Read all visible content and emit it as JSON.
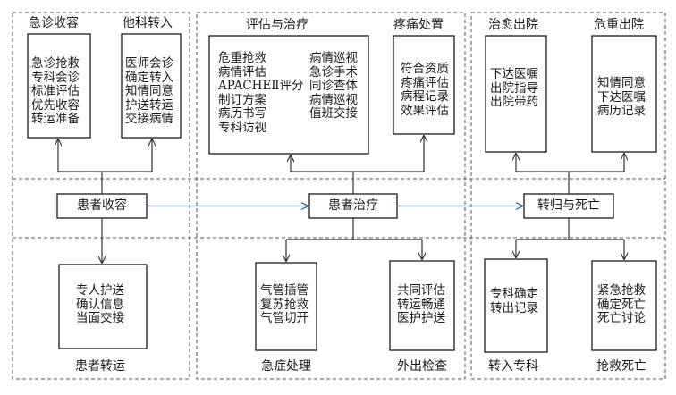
{
  "sections": {
    "admission": {
      "emergency": {
        "title": "急诊收容",
        "items": [
          "急诊抢救",
          "专科会诊",
          "标准评估",
          "优先收容",
          "转运准备"
        ]
      },
      "transfer_in": {
        "title": "他科转入",
        "items": [
          "医师会诊",
          "确定转入",
          "知情同意",
          "护送转运",
          "交接病情"
        ]
      },
      "hub": "患者收容",
      "patient_transfer": {
        "title": "患者转运",
        "items": [
          "专人护送",
          "确认信息",
          "当面交接"
        ]
      }
    },
    "treatment": {
      "eval": {
        "title": "评估与治疗",
        "items_left": [
          "危重抢救",
          "病情评估",
          "APACHEⅡ评分",
          "制订方案",
          "病历书写",
          "专科访视"
        ],
        "items_right": [
          "病情巡视",
          "急诊手术",
          "同诊查体",
          "病情巡视",
          "值班交接"
        ]
      },
      "pain": {
        "title": "疼痛处置",
        "items": [
          "符合资质",
          "疼痛评估",
          "病程记录",
          "效果评估"
        ]
      },
      "hub": "患者治疗",
      "emergency_proc": {
        "title": "急症处理",
        "items": [
          "气管插管",
          "复苏抢救",
          "气管切开"
        ]
      },
      "external_exam": {
        "title": "外出检查",
        "items": [
          "共同评估",
          "转运畅通",
          "医护护送"
        ]
      }
    },
    "outcome": {
      "cured": {
        "title": "治愈出院",
        "items": [
          "下达医嘱",
          "出院指导",
          "出院带药"
        ]
      },
      "critical": {
        "title": "危重出院",
        "items": [
          "知情同意",
          "下达医嘱",
          "病历记录"
        ]
      },
      "hub": "转归与死亡",
      "transfer_out": {
        "title": "转入专科",
        "items": [
          "专科确定",
          "转出记录"
        ]
      },
      "death": {
        "title": "抢救死亡",
        "items": [
          "紧急抢救",
          "确定死亡",
          "死亡讨论"
        ]
      }
    }
  },
  "colors": {
    "line": "#333333",
    "dashed": "#555555",
    "arrow": "#2a5b8a",
    "hub_fill": "#ffffff"
  }
}
